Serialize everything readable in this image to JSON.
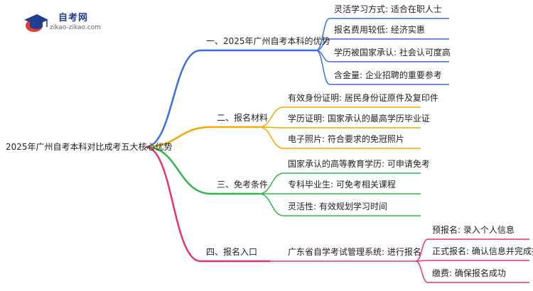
{
  "logo": {
    "title": "自考网",
    "url": "zikao-zikao.com"
  },
  "root": "2025年广州自考本科对比成考五大核心优势",
  "branches": [
    {
      "label": "一、2025年广州自考本科的优势",
      "color": "#3b6fe0",
      "children": [
        "灵活学习方式: 适合在职人士",
        "报名费用较低: 经济实惠",
        "学历被国家承认: 社会认可度高",
        "含金量: 企业招聘的重要参考"
      ]
    },
    {
      "label": "二、报名材料",
      "color": "#f2a900",
      "children": [
        "有效身份证明: 居民身份证原件及复印件",
        "学历证明: 国家承认的最高学历毕业证",
        "电子照片: 符合要求的免冠照片"
      ]
    },
    {
      "label": "三、免考条件",
      "color": "#2fb84a",
      "children": [
        "国家承认的高等教育学历: 可申请免考",
        "专科毕业生: 可免考相关课程",
        "灵活性: 有效规划学习时间"
      ]
    },
    {
      "label": "四、报名入口",
      "color": "#e8336e",
      "children": [
        "广东省自学考试管理系统: 进行报名"
      ],
      "grandchildren": [
        "预报名: 录入个人信息",
        "正式报名: 确认信息并完成报名",
        "缴费: 确保报名成功"
      ]
    }
  ]
}
